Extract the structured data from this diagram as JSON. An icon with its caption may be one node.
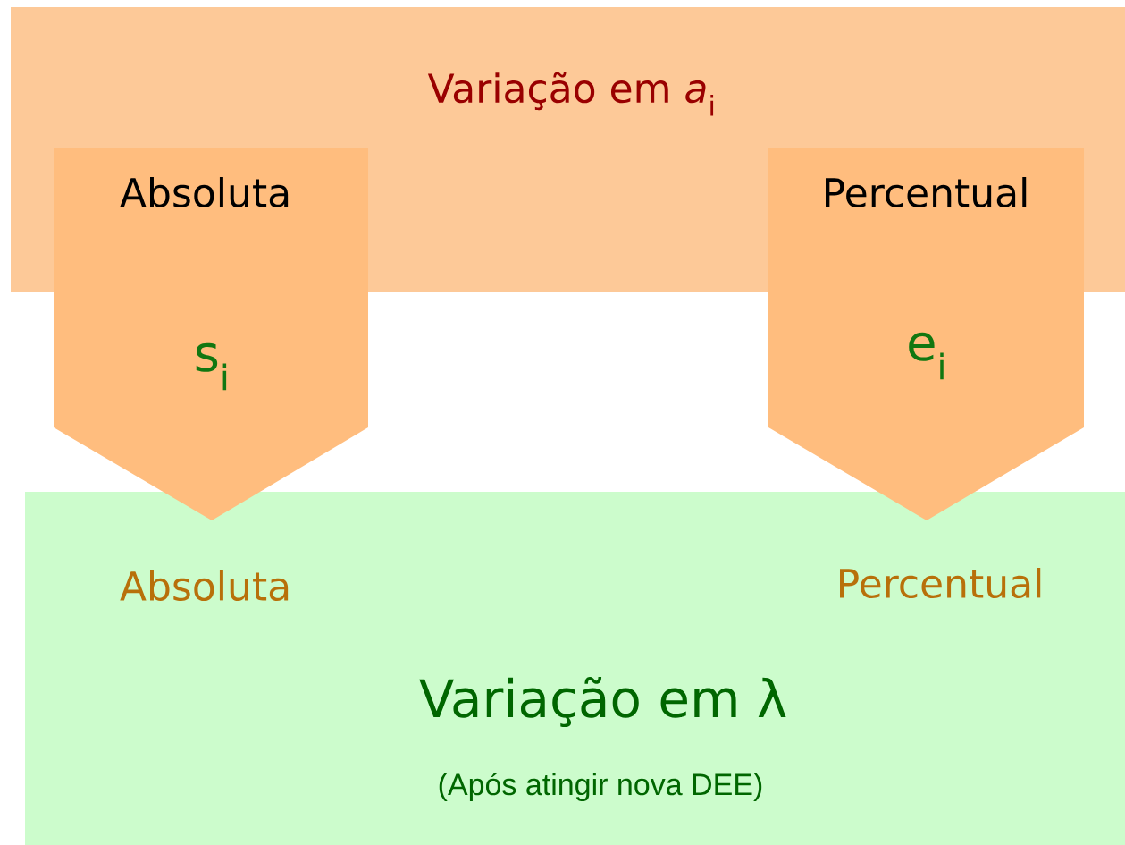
{
  "diagram": {
    "nodes": [
      {
        "text": [
          "Variação em *a*$_{i}$"
        ]
      },
      {
        "text": [
          "Absoluta",
          "s$_{i}$"
        ]
      },
      {
        "text": [
          "Percentual",
          "e$_{i}$"
        ]
      },
      {
        "text": [
          "Absoluta",
          "Percentual",
          "Variação em λ",
          "(Após atingir nova DEE)"
        ]
      }
    ]
  }
}
